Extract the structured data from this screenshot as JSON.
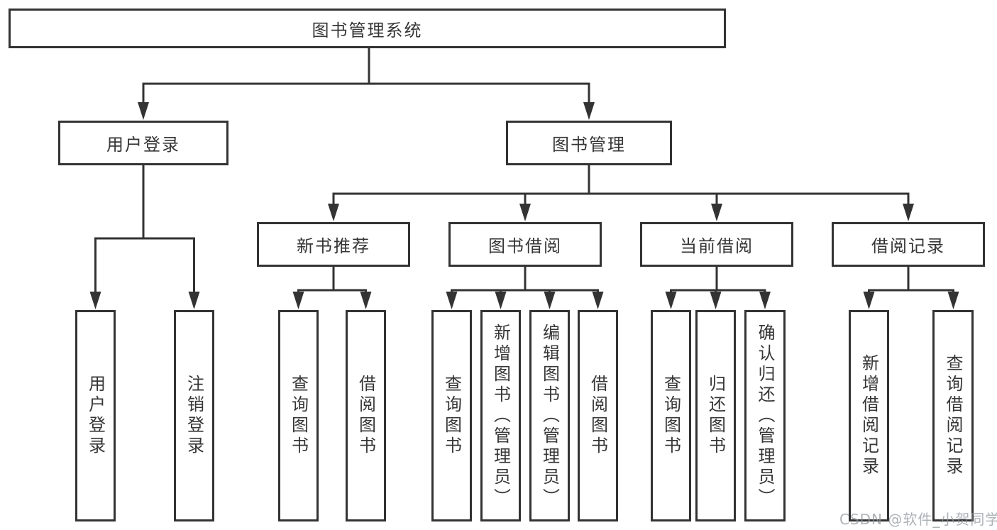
{
  "root": {
    "label": "图书管理系统"
  },
  "branches": [
    {
      "label": "用户登录",
      "children": [
        {
          "label": "用户登录"
        },
        {
          "label": "注销登录"
        }
      ]
    },
    {
      "label": "图书管理",
      "sections": [
        {
          "label": "新书推荐",
          "children": [
            {
              "label": "查询图书"
            },
            {
              "label": "借阅图书"
            }
          ]
        },
        {
          "label": "图书借阅",
          "children": [
            {
              "label": "查询图书"
            },
            {
              "label": "新增图书（管理员）"
            },
            {
              "label": "编辑图书（管理员）"
            },
            {
              "label": "借阅图书"
            }
          ]
        },
        {
          "label": "当前借阅",
          "children": [
            {
              "label": "查询图书"
            },
            {
              "label": "归还图书"
            },
            {
              "label": "确认归还（管理员）"
            }
          ]
        },
        {
          "label": "借阅记录",
          "children": [
            {
              "label": "新增借阅记录"
            },
            {
              "label": "查询借阅记录"
            }
          ]
        }
      ]
    }
  ],
  "watermark": {
    "text": "CSDN @软件_小贺同学"
  },
  "colors": {
    "line": "#333333",
    "box_border": "#333333",
    "text": "#363636",
    "background": "#ffffff",
    "watermark": "#8e959b"
  }
}
